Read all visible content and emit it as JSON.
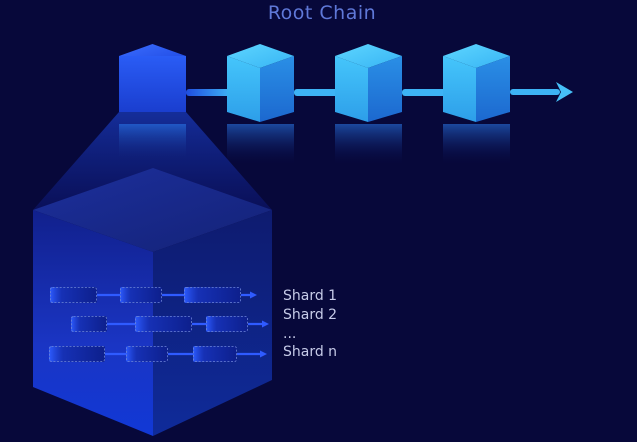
{
  "diagram": {
    "title": "Root Chain",
    "root_chain": {
      "block_count": 4,
      "direction": "right"
    },
    "shards": [
      {
        "label": "Shard 1"
      },
      {
        "label": "Shard 2"
      },
      {
        "label": "..."
      },
      {
        "label": "Shard n"
      }
    ],
    "colors": {
      "background": "#07083a",
      "first_block": "#1f55ee",
      "chain_blocks": "#35b8f2",
      "links": "#2a8fe8",
      "shard_arrows": "#2f5bff",
      "title": "#5f78d8",
      "labels": "#c6cbe8"
    }
  }
}
